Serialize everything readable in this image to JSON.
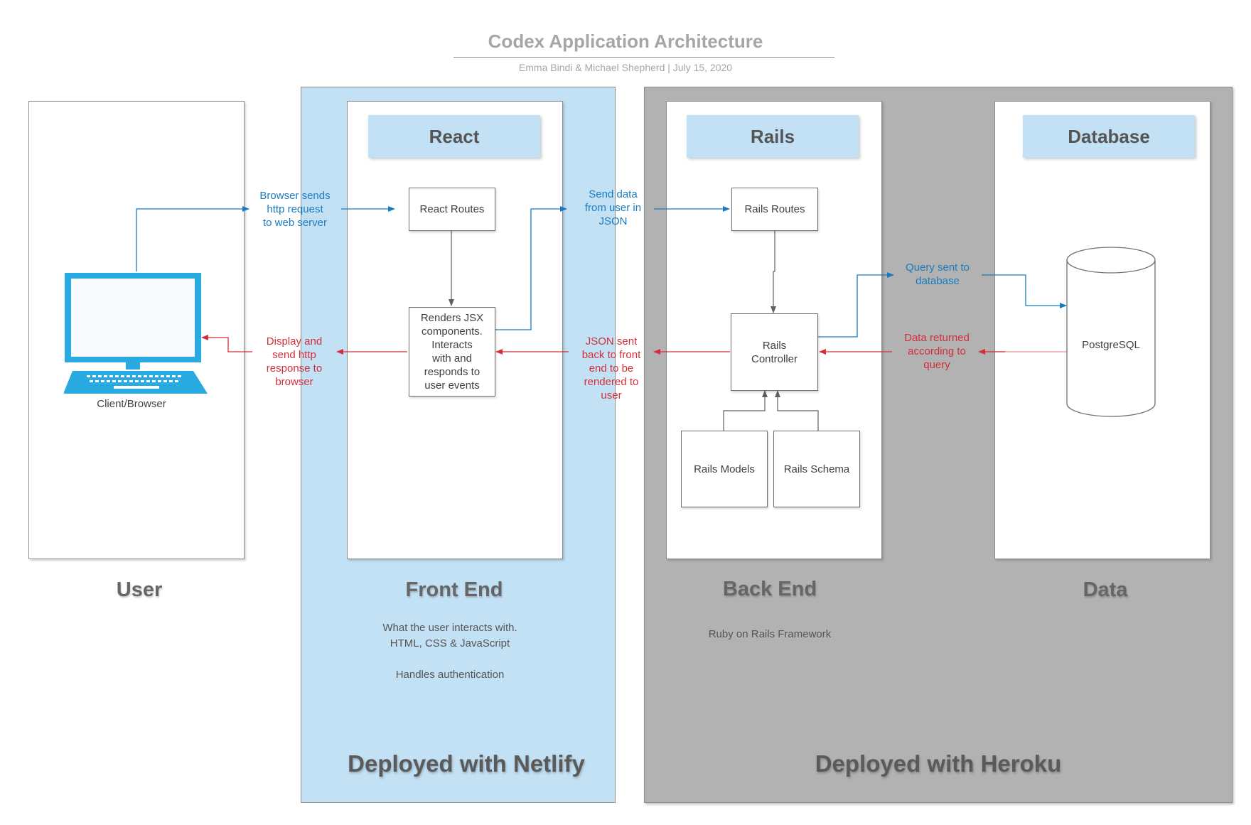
{
  "header": {
    "title": "Codex Application Architecture",
    "subtitle": "Emma Bindi & Michael Shepherd  |  July 15, 2020"
  },
  "columns": {
    "user": {
      "title": "User",
      "device_label": "Client/Browser"
    },
    "frontend": {
      "header": "React",
      "title": "Front End",
      "description": "What the user interacts with.\nHTML, CSS & JavaScript\n\nHandles authentication",
      "deploy": "Deployed with Netlify"
    },
    "backend": {
      "header": "Rails",
      "title": "Back End",
      "description": "Ruby on Rails Framework",
      "deploy": "Deployed with Heroku"
    },
    "data": {
      "header": "Database",
      "title": "Data"
    }
  },
  "nodes": {
    "react_routes": "React Routes",
    "renders_jsx": "Renders JSX\ncomponents.\nInteracts\nwith and\nresponds to\nuser events",
    "rails_routes": "Rails Routes",
    "rails_controller": "Rails\nController",
    "rails_models": "Rails Models",
    "rails_schema": "Rails Schema",
    "postgresql": "PostgreSQL"
  },
  "flow_labels": {
    "browser_request": "Browser sends\nhttp request\nto web server",
    "display_response": "Display and\nsend http\nresponse to\nbrowser",
    "send_json": "Send data\nfrom user in\nJSON",
    "json_back": "JSON sent\nback to front\nend to be\nrendered to\nuser",
    "query_sent": "Query sent to\ndatabase",
    "data_returned": "Data returned\naccording to\nquery"
  },
  "colors": {
    "request_arrow": "#1a7bc0",
    "response_arrow": "#d32f3a",
    "frontend_region": "#c3e1f5",
    "backend_region": "#b2b2b2",
    "device": "#29abe2"
  }
}
